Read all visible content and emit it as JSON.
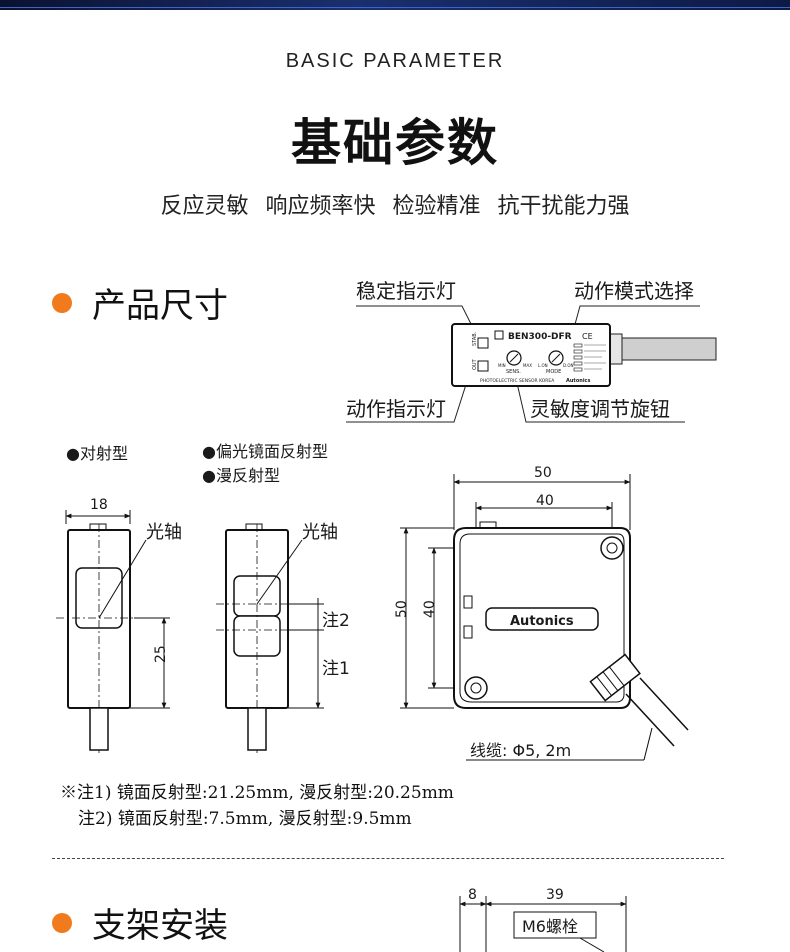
{
  "header": {
    "en_title": "BASIC PARAMETER",
    "cn_title": "基础参数",
    "subtitle": "反应灵敏 响应频率快 检验精准 抗干扰能力强"
  },
  "section_dimensions": {
    "title": "产品尺寸",
    "callouts": {
      "stability_indicator": "稳定指示灯",
      "mode_select": "动作模式选择",
      "operation_indicator": "动作指示灯",
      "sensitivity_knob": "灵敏度调节旋钮"
    },
    "sensor_label": {
      "model": "BEN300-DFR",
      "ce": "CE",
      "stab": "STAB.",
      "out": "OUT",
      "min": "MIN",
      "max": "MAX",
      "sens": "SENS.",
      "l_on": "L.ON",
      "d_on": "D.ON",
      "mode": "MODE",
      "footer": "PHOTOELECTRIC SENSOR KOREA",
      "brand": "Autonics"
    },
    "types": {
      "through_beam": "●对射型",
      "polarized": "●偏光镜面反射型",
      "diffuse": "●漫反射型"
    },
    "dims": {
      "width_18": "18",
      "height_25": "25",
      "width_50": "50",
      "width_40": "40",
      "height_50": "50",
      "height_40": "40",
      "optical_axis": "光轴",
      "note2_marker": "注2",
      "note1_marker": "注1",
      "brand_plate": "Autonics",
      "cable": "线缆: Φ5, 2m"
    },
    "notes": [
      "※注1) 镜面反射型:21.25mm, 漫反射型:20.25mm",
      "注2) 镜面反射型:7.5mm, 漫反射型:9.5mm"
    ]
  },
  "section_mount": {
    "title": "支架安装",
    "dim_8": "8",
    "dim_39": "39",
    "bolt": "M6螺栓"
  },
  "colors": {
    "accent_dot": "#f07a1c",
    "top_bar": "#1a2f6e"
  }
}
